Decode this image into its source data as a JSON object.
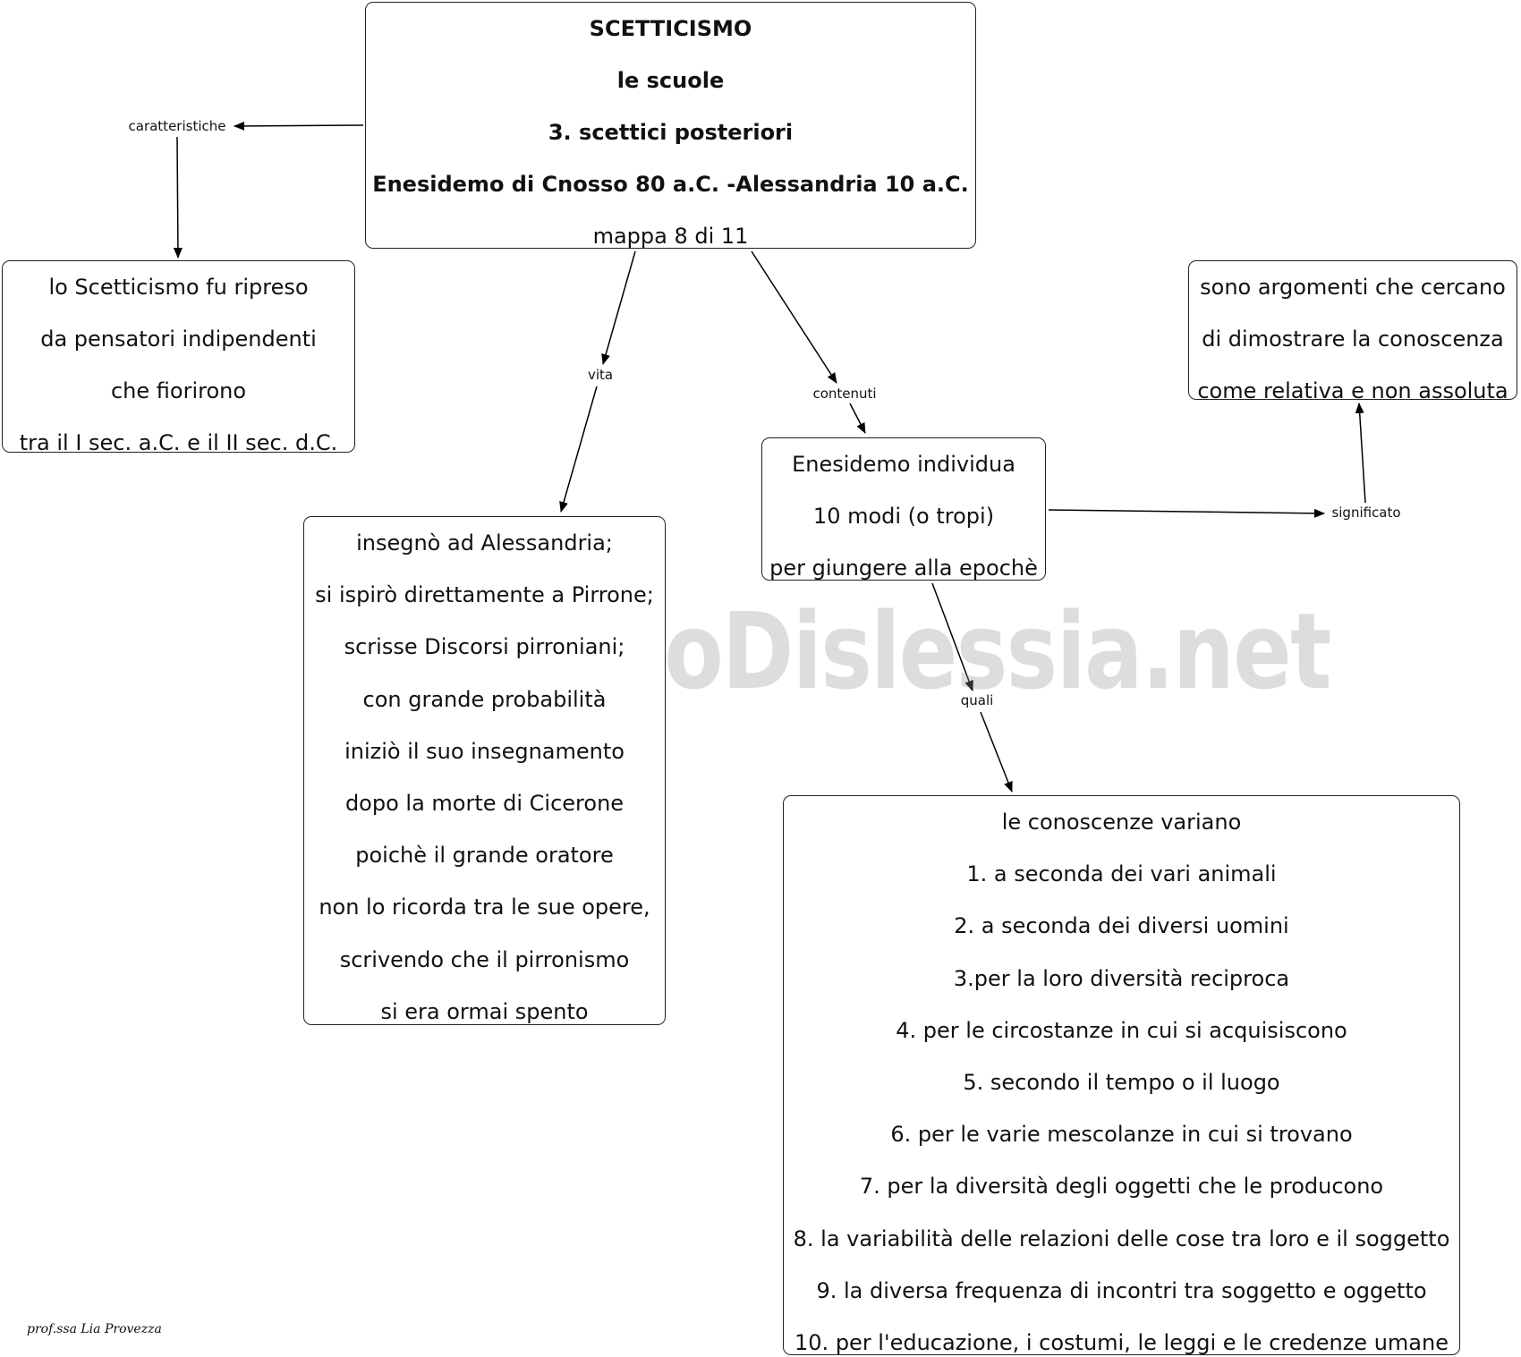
{
  "nodes": {
    "title": {
      "lines": [
        "SCETTICISMO",
        "le scuole",
        "3. scettici posteriori",
        "Enesidemo di Cnosso 80 a.C. -Alessandria 10 a.C.",
        "mappa 8 di 11"
      ]
    },
    "ripreso": {
      "lines": [
        "lo Scetticismo fu ripreso",
        "da pensatori indipendenti",
        "che fiorirono",
        "tra il I sec. a.C. e il II sec. d.C."
      ]
    },
    "vita": {
      "lines": [
        "insegnò ad Alessandria;",
        "si ispirò direttamente a Pirrone;",
        "scrisse Discorsi pirroniani;",
        "con grande probabilità",
        "iniziò il suo insegnamento",
        "dopo la morte di Cicerone",
        "poichè il grande oratore",
        "non lo ricorda tra le sue opere,",
        "scrivendo che il pirronismo",
        "si era ormai spento"
      ]
    },
    "tropi": {
      "lines": [
        "Enesidemo individua",
        "10 modi (o tropi)",
        "per giungere alla epochè"
      ]
    },
    "significato": {
      "lines": [
        "sono argomenti che cercano",
        "di dimostrare la conoscenza",
        "come relativa e non assoluta"
      ]
    },
    "modi": {
      "lines": [
        "le conoscenze variano",
        "1. a seconda dei vari animali",
        "2. a seconda dei diversi uomini",
        "3.per la loro diversità reciproca",
        "4. per le circostanze in cui si acquisiscono",
        "5. secondo il tempo o il luogo",
        "6. per le varie mescolanze in cui si trovano",
        "7. per la diversità degli oggetti che le producono",
        "8. la variabilità delle relazioni delle cose tra loro e il soggetto",
        "9. la diversa frequenza di incontri tra soggetto e oggetto",
        "10. per l'educazione, i costumi, le leggi e le credenze umane"
      ]
    }
  },
  "links": {
    "caratteristiche": "caratteristiche",
    "vita": "vita",
    "contenuti": "contenuti",
    "significato": "significato",
    "quali": "quali"
  },
  "watermark": "By AiutoDislessia.net",
  "signature": "prof.ssa Lia Provezza",
  "colors": {
    "border": "#222222",
    "watermark": "#969696"
  }
}
